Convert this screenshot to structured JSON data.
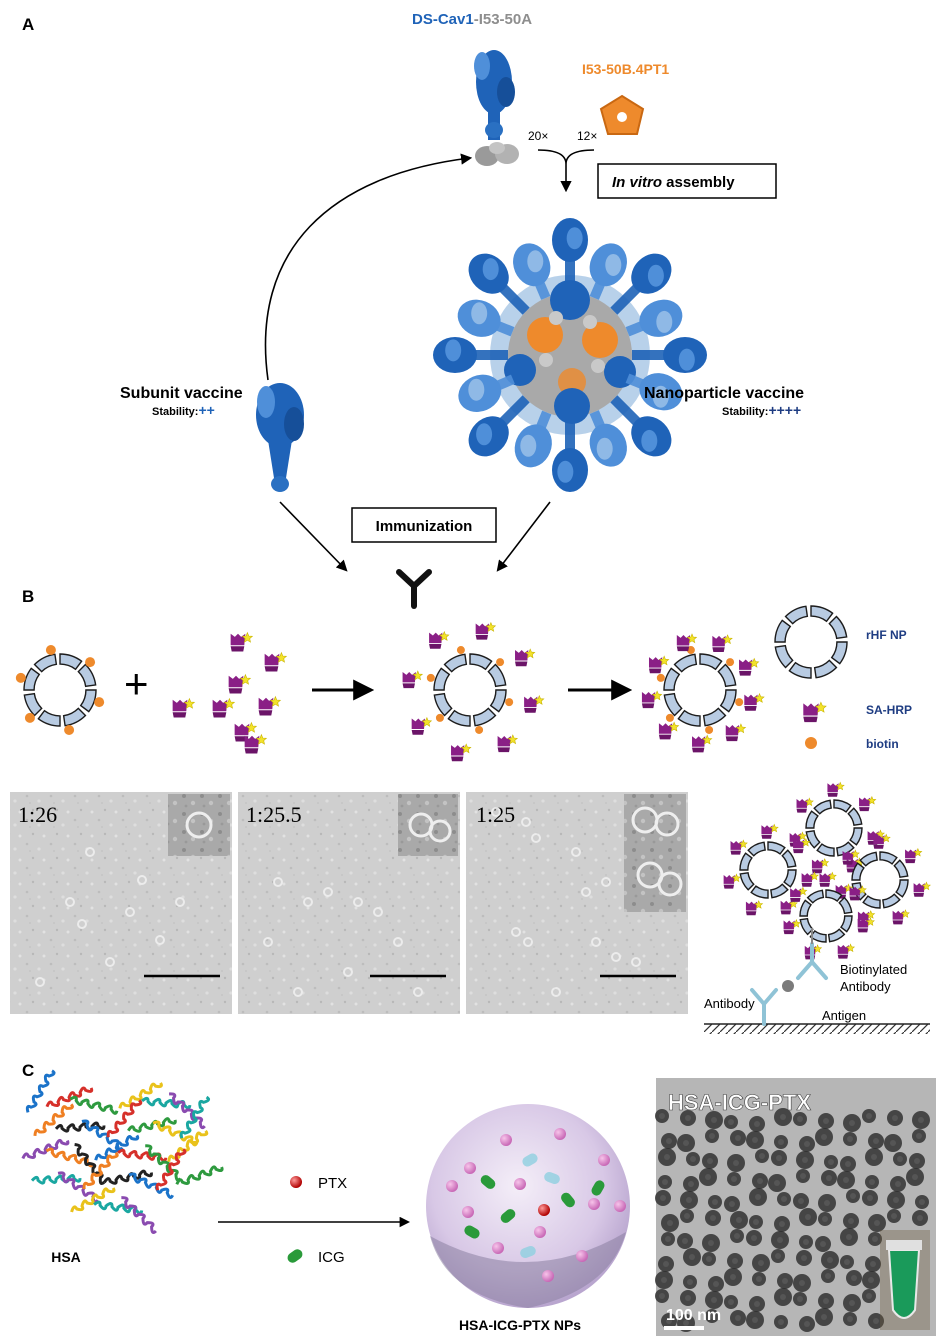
{
  "panels": {
    "a": {
      "label": "A",
      "title_part1": "DS-Cav1",
      "title_dash": "-",
      "title_part2": "I53-50A",
      "component_b": "I53-50B.4PT1",
      "ratio_left": "20×",
      "ratio_right": "12×",
      "assembly_italic": "In vitro",
      "assembly_rest": " assembly",
      "subunit_title": "Subunit vaccine",
      "subunit_stability_label": "Stability:",
      "subunit_stability_value": "++",
      "nano_title": "Nanoparticle vaccine",
      "nano_stability_label": "Stability:",
      "nano_stability_value": "++++",
      "immunization": "Immunization"
    },
    "b": {
      "label": "B",
      "legend": {
        "rhf": "rHF NP",
        "sahrp": "SA-HRP",
        "biotin": "biotin"
      },
      "tem": [
        {
          "ratio": "1:26"
        },
        {
          "ratio": "1:25.5"
        },
        {
          "ratio": "1:25"
        }
      ],
      "assay": {
        "antibody": "Antibody",
        "antigen": "Antigen",
        "biotinylated_line1": "Biotinylated",
        "biotinylated_line2": "Antibody"
      }
    },
    "c": {
      "label": "C",
      "protein": "HSA",
      "ptx": "PTX",
      "icg": "ICG",
      "nps": "HSA-ICG-PTX NPs",
      "tem_title": "HSA-ICG-PTX",
      "scale": "100 nm"
    }
  },
  "colors": {
    "protein_blue": "#1f63b8",
    "protein_blue_light": "#4f8fd9",
    "gray": "#8e8e8e",
    "orange": "#ee8a2c",
    "navy_text": "#1e3c82",
    "purple": "#8a1f86",
    "star_yellow": "#f3e22b",
    "ring_fill": "#b8cbe2",
    "icg_green": "#2a9a3a",
    "ptx_red": "#c81818"
  }
}
